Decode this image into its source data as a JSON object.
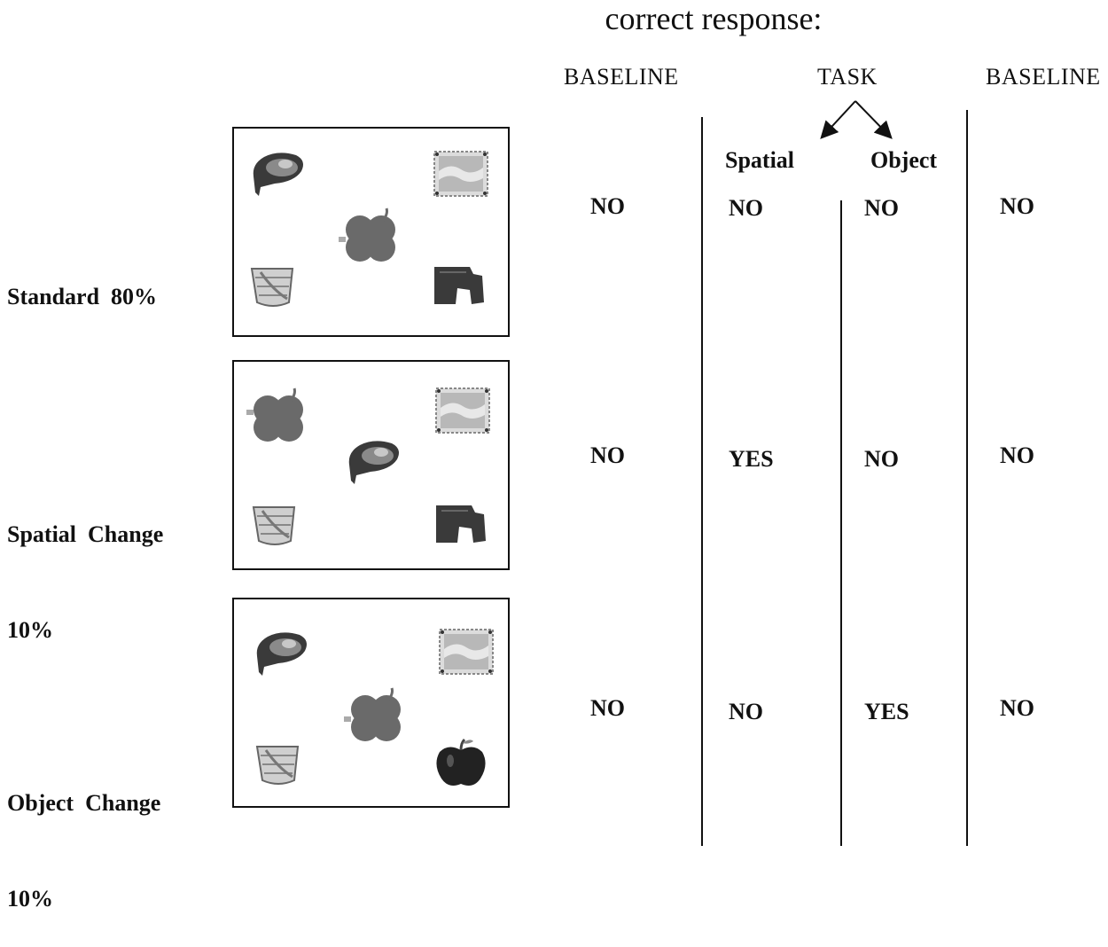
{
  "title": "correct response:",
  "columns": {
    "baseline_left": "BASELINE",
    "task": "TASK",
    "baseline_right": "BASELINE",
    "spatial": "Spatial",
    "object": "Object"
  },
  "rows": [
    {
      "label_line1": "Standard  80%",
      "label_line2": "",
      "baseline_left": "NO",
      "spatial": "NO",
      "object": "NO",
      "baseline_right": "NO"
    },
    {
      "label_line1": "Spatial  Change",
      "label_line2": "10%",
      "baseline_left": "NO",
      "spatial": "YES",
      "object": "NO",
      "baseline_right": "NO"
    },
    {
      "label_line1": "Object  Change",
      "label_line2": "10%",
      "baseline_left": "NO",
      "spatial": "NO",
      "object": "YES",
      "baseline_right": "NO"
    }
  ],
  "icons": [
    "shoe-icon",
    "picture-frame-icon",
    "clover-icon",
    "basket-icon",
    "boot-shape-icon",
    "apple-icon"
  ]
}
